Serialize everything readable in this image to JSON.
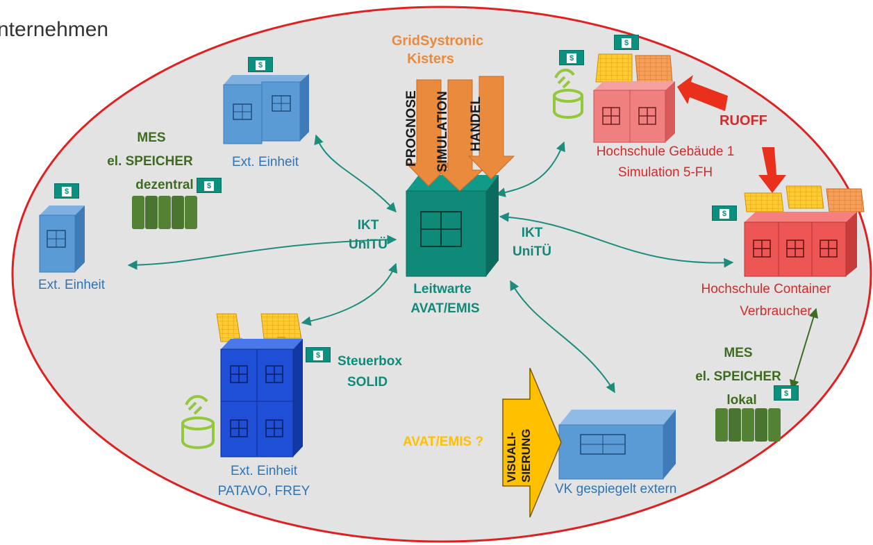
{
  "header": {
    "corner_text": "nternehmen"
  },
  "labels": {
    "gridsystronic": "GridSystronic",
    "kisters": "Kisters",
    "prognose": "PROGNOSE",
    "simulation": "SIMULATION",
    "handel": "HANDEL",
    "leitwarte": "Leitwarte",
    "avat_emis": "AVAT/EMIS",
    "ikt_left_1": "IKT",
    "ikt_left_2": "UniTÜ",
    "ikt_right_1": "IKT",
    "ikt_right_2": "UniTÜ",
    "mes_left_1": "MES",
    "mes_left_2": "el. SPEICHER",
    "mes_left_3": "dezentral",
    "ext_einheit_top": "Ext. Einheit",
    "ext_einheit_left": "Ext. Einheit",
    "ext_einheit_bottom_1": "Ext. Einheit",
    "ext_einheit_bottom_2": "PATAVO, FREY",
    "steuerbox_1": "Steuerbox",
    "steuerbox_2": "SOLID",
    "hochschule_gebaeude_1": "Hochschule Gebäude 1",
    "hochschule_gebaeude_2": "Simulation 5-FH",
    "ruoff": "RUOFF",
    "hochschule_container_1": "Hochschule Container",
    "hochschule_container_2": "Verbraucher",
    "mes_right_1": "MES",
    "mes_right_2": "el. SPEICHER",
    "mes_right_3": "lokal",
    "visualisierung_1": "VISUALI-",
    "visualisierung_2": "SIERUNG",
    "avat_emis_q": "AVAT/EMIS ?",
    "vk_gespiegelt": "VK gespiegelt extern",
    "dollar": "$"
  },
  "colors": {
    "ellipse_border": "#e02020",
    "ellipse_fill": "#e3e3e3",
    "teal": "#0b8f7e",
    "blue_unit": "#5b9bd5",
    "dark_blue": "#1f4fd6",
    "red_building": "#f06565",
    "pink_building": "#f08080",
    "orange": "#e98a3c",
    "green_battery": "#548235",
    "text_green_dark": "#3e6b20",
    "text_blue": "#2e74b5",
    "text_red": "#d22a2a",
    "arrow_red": "#e8301c",
    "yellow": "#ffc000"
  }
}
